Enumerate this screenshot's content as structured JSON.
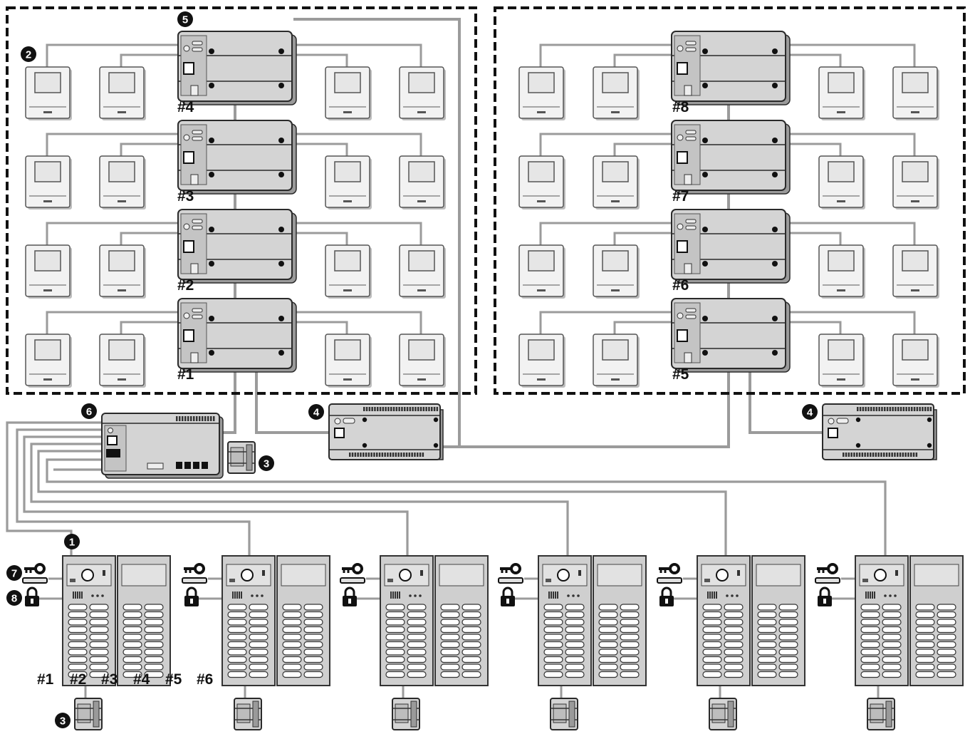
{
  "groups": [
    {
      "units": [
        "#4",
        "#3",
        "#2",
        "#1"
      ]
    },
    {
      "units": [
        "#8",
        "#7",
        "#6",
        "#5"
      ]
    }
  ],
  "stations": [
    {
      "numbers": [
        "#1",
        "#2",
        "#3",
        "#4",
        "#5",
        "#6"
      ]
    },
    {},
    {},
    {},
    {},
    {}
  ],
  "callouts": {
    "c1": "1",
    "c2": "2",
    "c3a": "3",
    "c3b": "3",
    "c4a": "4",
    "c4b": "4",
    "c5": "5",
    "c6": "6",
    "c7": "7",
    "c8": "8"
  },
  "colors": {
    "wire": "#9b9b9b",
    "device_fill": "#d4d4d4",
    "device_stroke": "#2a2a2a",
    "callout": "#111111"
  }
}
